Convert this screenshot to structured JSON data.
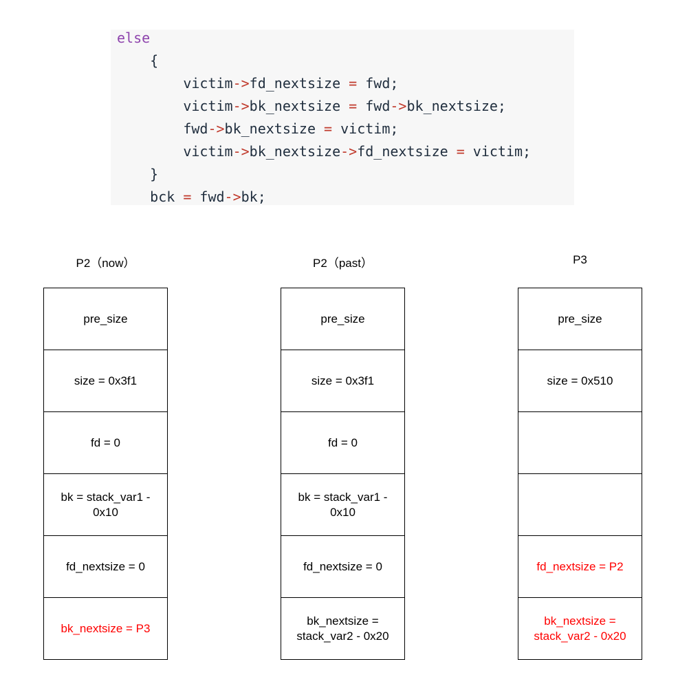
{
  "code": {
    "lines": [
      [
        {
          "t": "else",
          "c": "kw"
        }
      ],
      [
        {
          "t": "    {",
          "c": "pun"
        }
      ],
      [
        {
          "t": "        victim",
          "c": "id"
        },
        {
          "t": "->",
          "c": "op"
        },
        {
          "t": "fd_nextsize ",
          "c": "id"
        },
        {
          "t": "=",
          "c": "op"
        },
        {
          "t": " fwd;",
          "c": "id"
        }
      ],
      [
        {
          "t": "        victim",
          "c": "id"
        },
        {
          "t": "->",
          "c": "op"
        },
        {
          "t": "bk_nextsize ",
          "c": "id"
        },
        {
          "t": "=",
          "c": "op"
        },
        {
          "t": " fwd",
          "c": "id"
        },
        {
          "t": "->",
          "c": "op"
        },
        {
          "t": "bk_nextsize;",
          "c": "id"
        }
      ],
      [
        {
          "t": "        fwd",
          "c": "id"
        },
        {
          "t": "->",
          "c": "op"
        },
        {
          "t": "bk_nextsize ",
          "c": "id"
        },
        {
          "t": "=",
          "c": "op"
        },
        {
          "t": " victim;",
          "c": "id"
        }
      ],
      [
        {
          "t": "        victim",
          "c": "id"
        },
        {
          "t": "->",
          "c": "op"
        },
        {
          "t": "bk_nextsize",
          "c": "id"
        },
        {
          "t": "->",
          "c": "op"
        },
        {
          "t": "fd_nextsize ",
          "c": "id"
        },
        {
          "t": "=",
          "c": "op"
        },
        {
          "t": " victim;",
          "c": "id"
        }
      ],
      [
        {
          "t": "    }",
          "c": "pun"
        }
      ],
      [
        {
          "t": "    bck ",
          "c": "id"
        },
        {
          "t": "=",
          "c": "op"
        },
        {
          "t": " fwd",
          "c": "id"
        },
        {
          "t": "->",
          "c": "op"
        },
        {
          "t": "bk;",
          "c": "id"
        }
      ]
    ],
    "colors": {
      "kw": "#8e44ad",
      "op": "#c0392b",
      "id": "#1f2d3d",
      "background": "#f7f7f7"
    }
  },
  "columns": [
    {
      "title": "P2（now）",
      "cells": [
        {
          "text": "pre_size",
          "highlight": false
        },
        {
          "text": "size = 0x3f1",
          "highlight": false
        },
        {
          "text": "fd = 0",
          "highlight": false
        },
        {
          "text": "bk = stack_var1 - 0x10",
          "highlight": false
        },
        {
          "text": "fd_nextsize = 0",
          "highlight": false
        },
        {
          "text": "bk_nextsize = P3",
          "highlight": true
        }
      ]
    },
    {
      "title": "P2（past）",
      "cells": [
        {
          "text": "pre_size",
          "highlight": false
        },
        {
          "text": "size = 0x3f1",
          "highlight": false
        },
        {
          "text": "fd = 0",
          "highlight": false
        },
        {
          "text": "bk = stack_var1 - 0x10",
          "highlight": false
        },
        {
          "text": "fd_nextsize = 0",
          "highlight": false
        },
        {
          "text": "bk_nextsize = stack_var2 - 0x20",
          "highlight": false
        }
      ]
    },
    {
      "title": "P3",
      "cells": [
        {
          "text": "pre_size",
          "highlight": false
        },
        {
          "text": "size = 0x510",
          "highlight": false
        },
        {
          "text": "",
          "highlight": false
        },
        {
          "text": "",
          "highlight": false
        },
        {
          "text": "fd_nextsize = P2",
          "highlight": true
        },
        {
          "text": "bk_nextsize = stack_var2 - 0x20",
          "highlight": true
        }
      ]
    }
  ],
  "highlight_color": "#ff0000"
}
